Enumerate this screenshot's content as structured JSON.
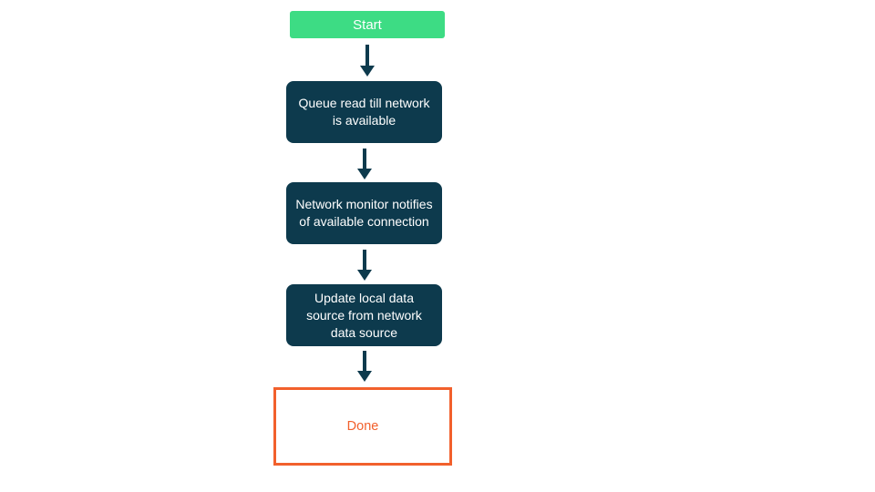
{
  "diagram": {
    "type": "flowchart",
    "direction": "top-to-bottom",
    "nodes": [
      {
        "id": "start",
        "label": "Start",
        "shape": "rounded-rect",
        "role": "start"
      },
      {
        "id": "queue",
        "label": "Queue read till network is available",
        "shape": "rounded-rect",
        "role": "process"
      },
      {
        "id": "monitor",
        "label": "Network monitor notifies of available connection",
        "shape": "rounded-rect",
        "role": "process"
      },
      {
        "id": "update",
        "label": "Update local data source from network data source",
        "shape": "rounded-rect",
        "role": "process"
      },
      {
        "id": "done",
        "label": "Done",
        "shape": "outlined-rect",
        "role": "end"
      }
    ],
    "edges": [
      {
        "from": "start",
        "to": "queue",
        "style": "arrow-down"
      },
      {
        "from": "queue",
        "to": "monitor",
        "style": "arrow-down"
      },
      {
        "from": "monitor",
        "to": "update",
        "style": "arrow-down"
      },
      {
        "from": "update",
        "to": "done",
        "style": "arrow-down"
      }
    ]
  },
  "colors": {
    "green": "#3ddc84",
    "navy": "#0d3a4d",
    "orange": "#f2602c",
    "node_text": "#ffffff",
    "background": "#ffffff"
  }
}
